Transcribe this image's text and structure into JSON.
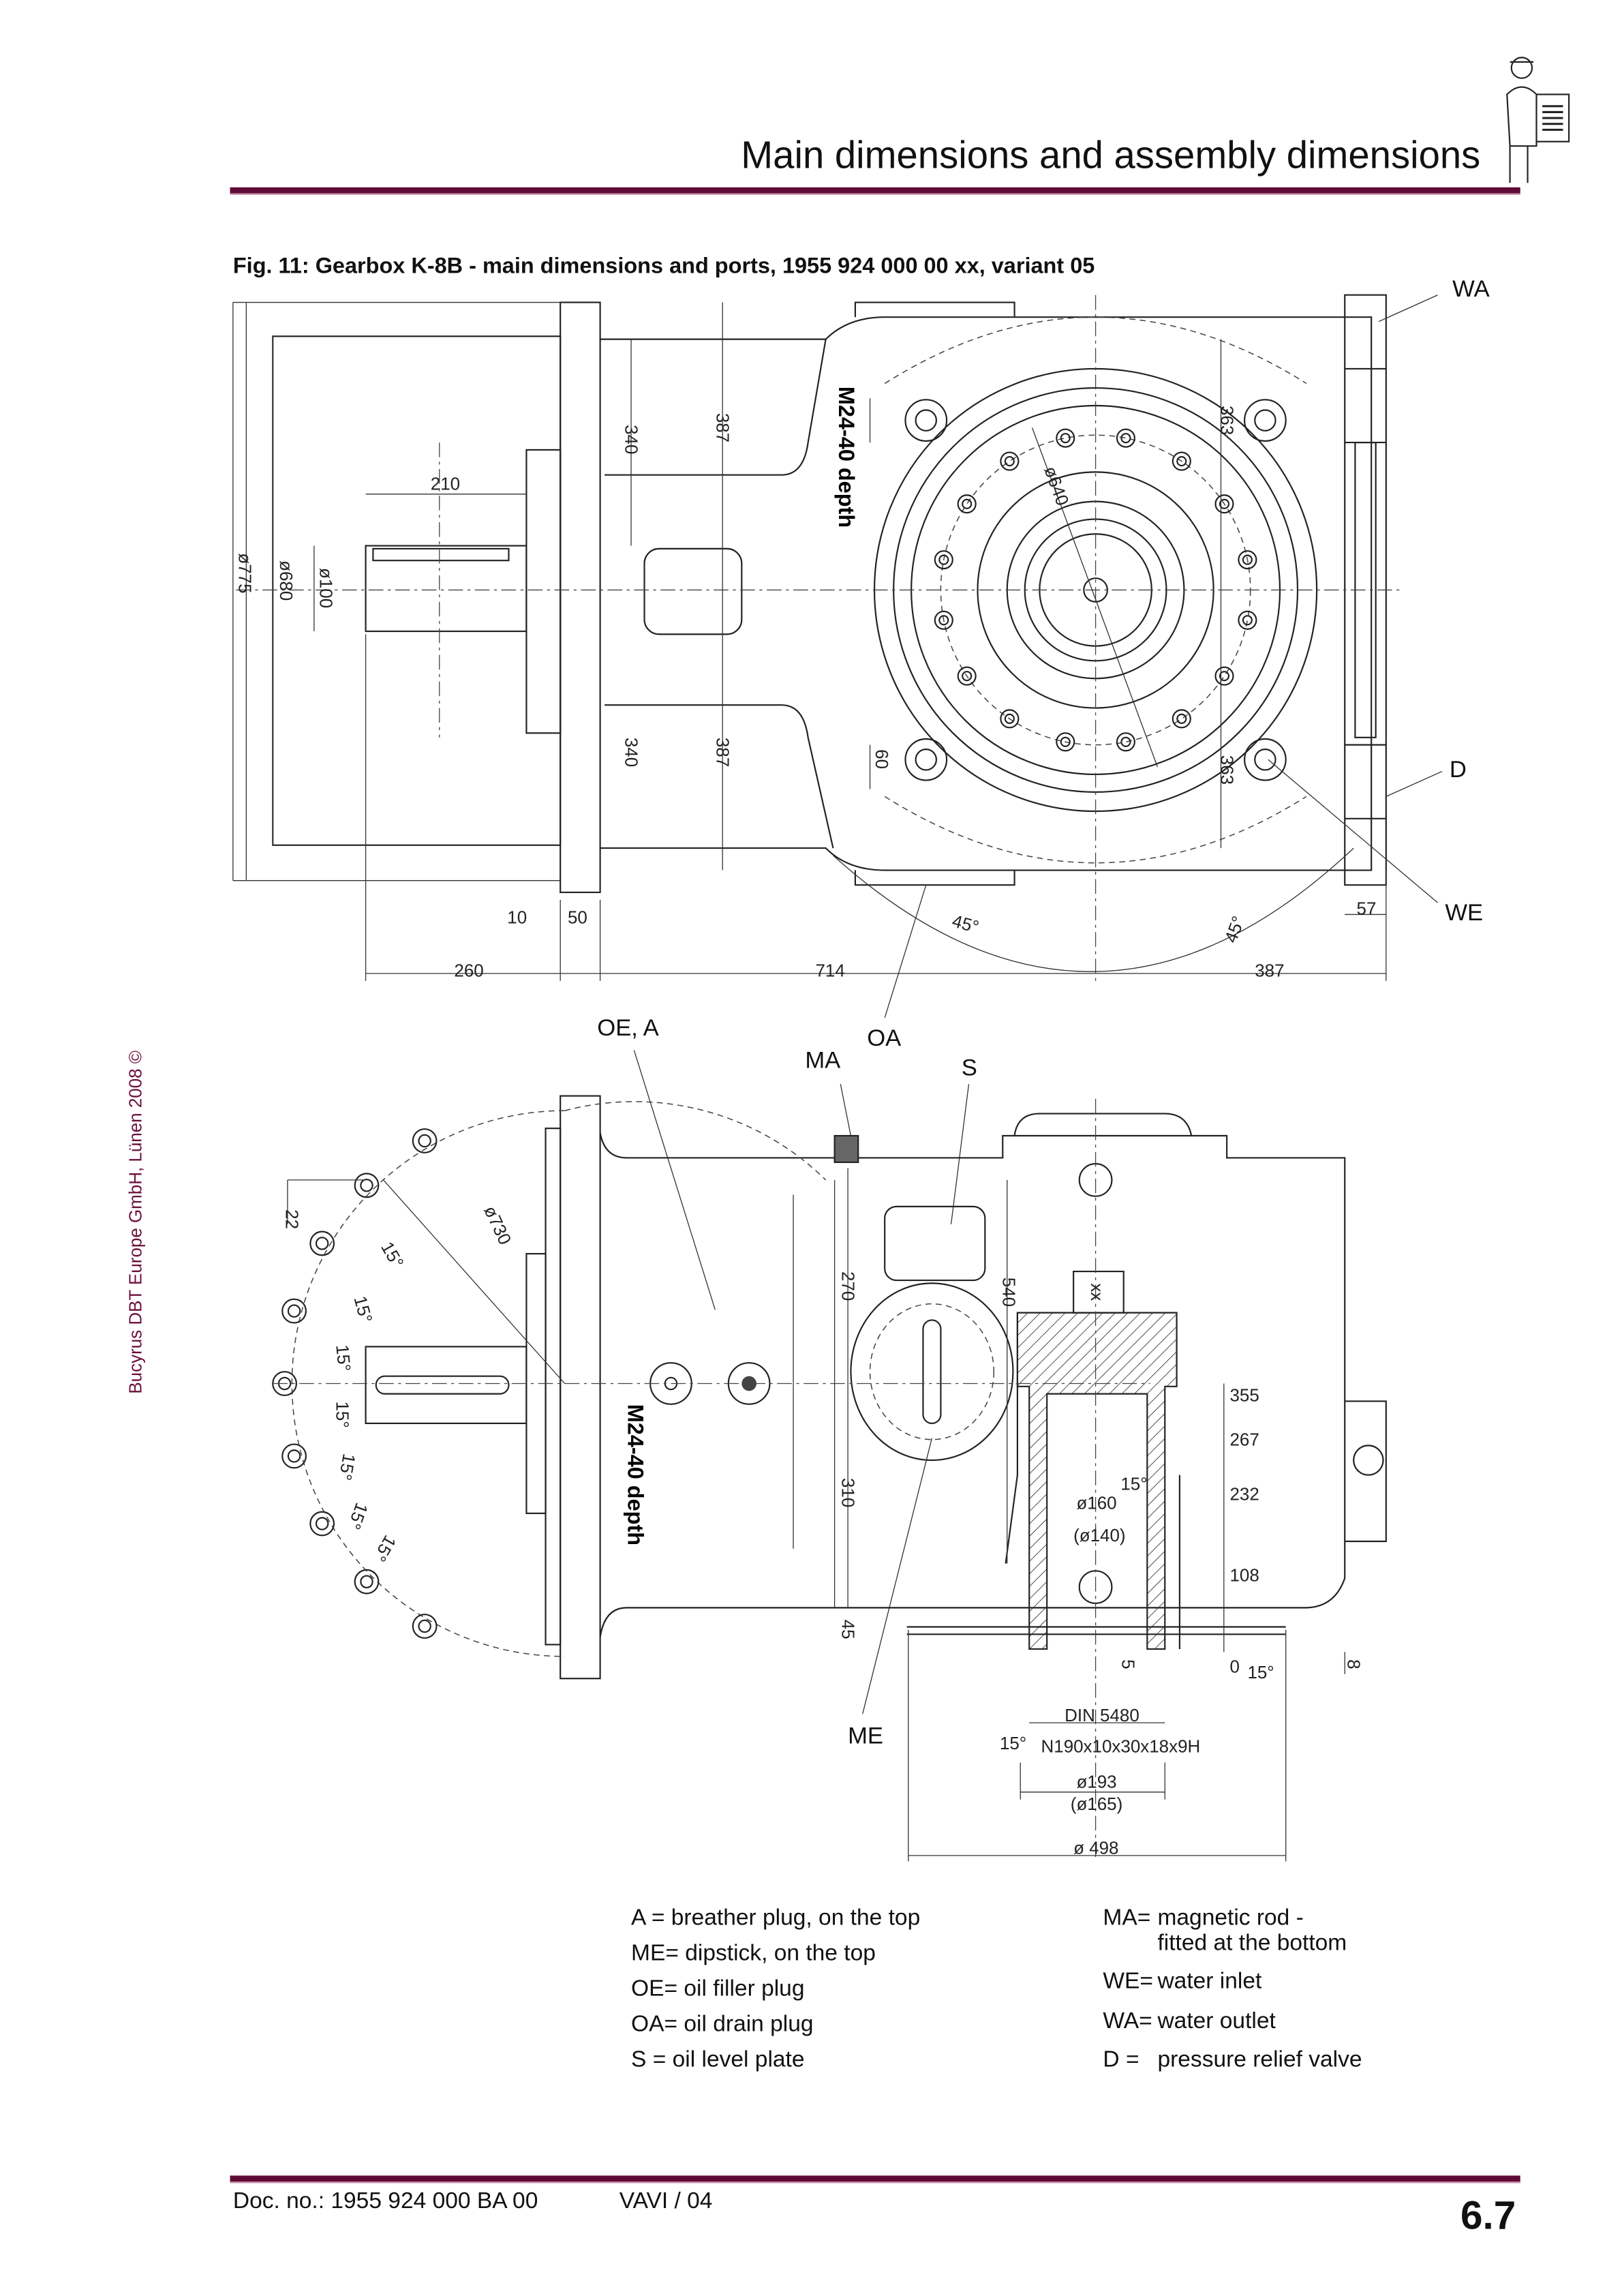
{
  "header": {
    "title": "Main dimensions and assembly dimensions",
    "icon": "worker-with-clipboard-icon"
  },
  "figure": {
    "caption": "Fig. 11:  Gearbox K-8B - main dimensions and ports, 1955 924 000 00 xx, variant 05",
    "callouts": {
      "WA": "WA",
      "D": "D",
      "WE": "WE",
      "OE_A": "OE, A",
      "OA": "OA",
      "MA": "MA",
      "S": "S",
      "ME": "ME"
    },
    "top_view_dims": [
      "210",
      "ø775",
      "ø680",
      "ø100",
      "340",
      "387",
      "340",
      "387",
      "M24-40 depth",
      "ø640",
      "363",
      "363",
      "60",
      "10",
      "50",
      "260",
      "714",
      "45°",
      "45°",
      "387",
      "57"
    ],
    "bottom_view_dims": [
      "22",
      "ø730",
      "15°",
      "15°",
      "15°",
      "15°",
      "15°",
      "15°",
      "15°",
      "270",
      "540",
      "xx",
      "M24-40 depth",
      "355",
      "267",
      "232",
      "15°",
      "ø160",
      "(ø140)",
      "108",
      "310",
      "45",
      "5",
      "0",
      "15°",
      "8",
      "DIN 5480",
      "N190x10x30x18x9H",
      "15°",
      "ø193",
      "(ø165)",
      "ø 498"
    ]
  },
  "legend": {
    "left": [
      "A =  breather plug, on the top",
      "ME= dipstick, on the top",
      "OE= oil filler plug",
      "OA= oil drain plug",
      "S =  oil level plate"
    ],
    "right_key": [
      "MA=",
      "WE=",
      "WA=",
      "D ="
    ],
    "right_text": [
      "magnetic rod -",
      "fitted at the bottom",
      "water  inlet",
      "water outlet",
      "pressure relief valve"
    ]
  },
  "side_note": "Bucyrus DBT Europe GmbH, Lünen 2008 ©",
  "footer": {
    "doc_no": "Doc. no.: 1955 924 000 BA 00",
    "version": "VAVI / 04",
    "page": "6.7"
  },
  "colors": {
    "accent": "#5e0b35",
    "line": "#222222"
  }
}
